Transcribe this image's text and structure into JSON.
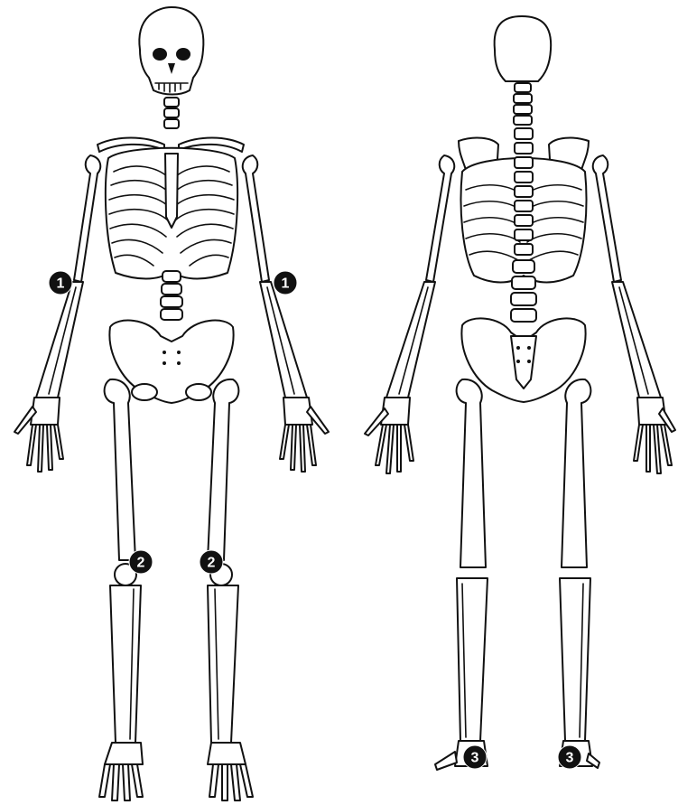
{
  "colors": {
    "bone_outline": "#111111",
    "bone_fill": "#ffffff",
    "marker_fill": "#111111",
    "marker_text": "#ffffff",
    "background": "#ffffff"
  },
  "figures": [
    {
      "name": "anterior-skeleton-view"
    },
    {
      "name": "posterior-skeleton-view"
    }
  ],
  "markers": [
    {
      "id": "forearm-left",
      "label": "1"
    },
    {
      "id": "forearm-right",
      "label": "1"
    },
    {
      "id": "knee-left",
      "label": "2"
    },
    {
      "id": "knee-right",
      "label": "2"
    },
    {
      "id": "heel-left",
      "label": "3"
    },
    {
      "id": "heel-right",
      "label": "3"
    }
  ]
}
